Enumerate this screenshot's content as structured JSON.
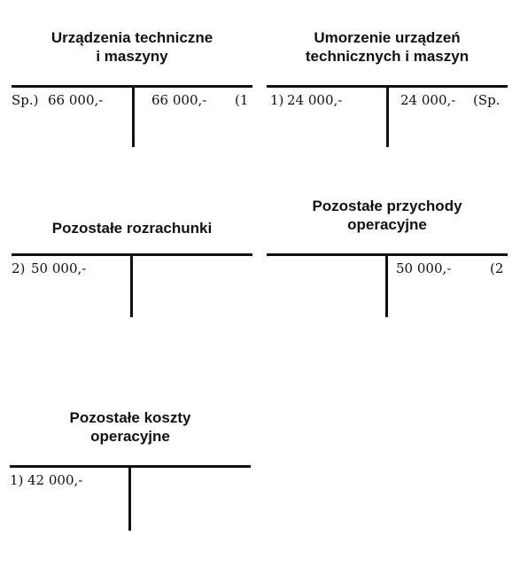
{
  "accounts": [
    {
      "title_line1": "Urządzenia techniczne",
      "title_line2": "i maszyny",
      "debit": [
        {
          "amount": "66 000,-",
          "ref": "Sp.)"
        }
      ],
      "credit": [
        {
          "amount": "66 000,-",
          "ref": "(1"
        }
      ]
    },
    {
      "title_line1": "Umorzenie urządzeń",
      "title_line2": "technicznych i maszyn",
      "debit": [
        {
          "amount": "24 000,-",
          "ref": "1)"
        }
      ],
      "credit": [
        {
          "amount": "24 000,-",
          "ref": "(Sp."
        }
      ]
    },
    {
      "title_line1": "Pozostałe rozrachunki",
      "title_line2": "",
      "debit": [
        {
          "amount": "50 000,-",
          "ref": "2)"
        }
      ],
      "credit": []
    },
    {
      "title_line1": "Pozostałe przychody",
      "title_line2": "operacyjne",
      "debit": [],
      "credit": [
        {
          "amount": "50 000,-",
          "ref": "(2"
        }
      ]
    },
    {
      "title_line1": "Pozostałe koszty",
      "title_line2": "operacyjne",
      "debit": [
        {
          "amount": "42 000,-",
          "ref": "1)"
        }
      ],
      "credit": []
    }
  ]
}
